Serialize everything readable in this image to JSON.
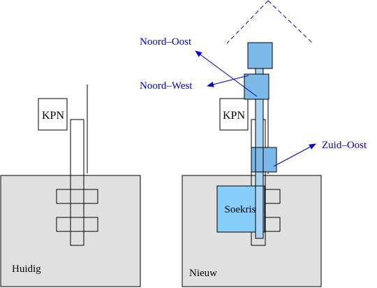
{
  "left": {
    "caption": "Huidig",
    "kpn_label": "KPN"
  },
  "right": {
    "caption": "Nieuw",
    "kpn_label": "KPN",
    "soekris_label": "Soekris"
  },
  "directions": {
    "noord_oost": "Noord–Oost",
    "noord_west": "Noord–West",
    "zuid_oost": "Zuid–Oost"
  },
  "colors": {
    "building_fill": "#e0e0e0",
    "antenna_fill": "#7cb9e8",
    "pole_fill": "#a8d4f5",
    "soekris_fill": "#87cefa",
    "beam_color": "#0000cc",
    "outline": "#000000"
  }
}
